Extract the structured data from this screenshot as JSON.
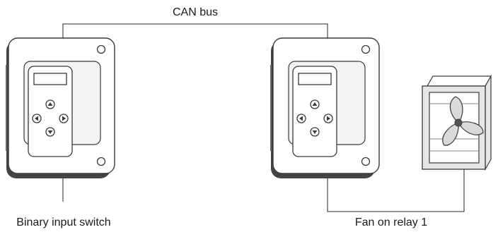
{
  "labels": {
    "bus": "CAN bus",
    "left_device": "Binary input switch",
    "right_device": "Fan on relay 1"
  },
  "icons": [
    "controller-unit",
    "arrow-up-button",
    "arrow-left-button",
    "arrow-right-button",
    "arrow-down-button",
    "fan-icon"
  ],
  "colors": {
    "outline": "#3a3a3a",
    "fill": "#ffffff",
    "panel": "#f4f4f4",
    "wood": "#e6e6e6"
  }
}
